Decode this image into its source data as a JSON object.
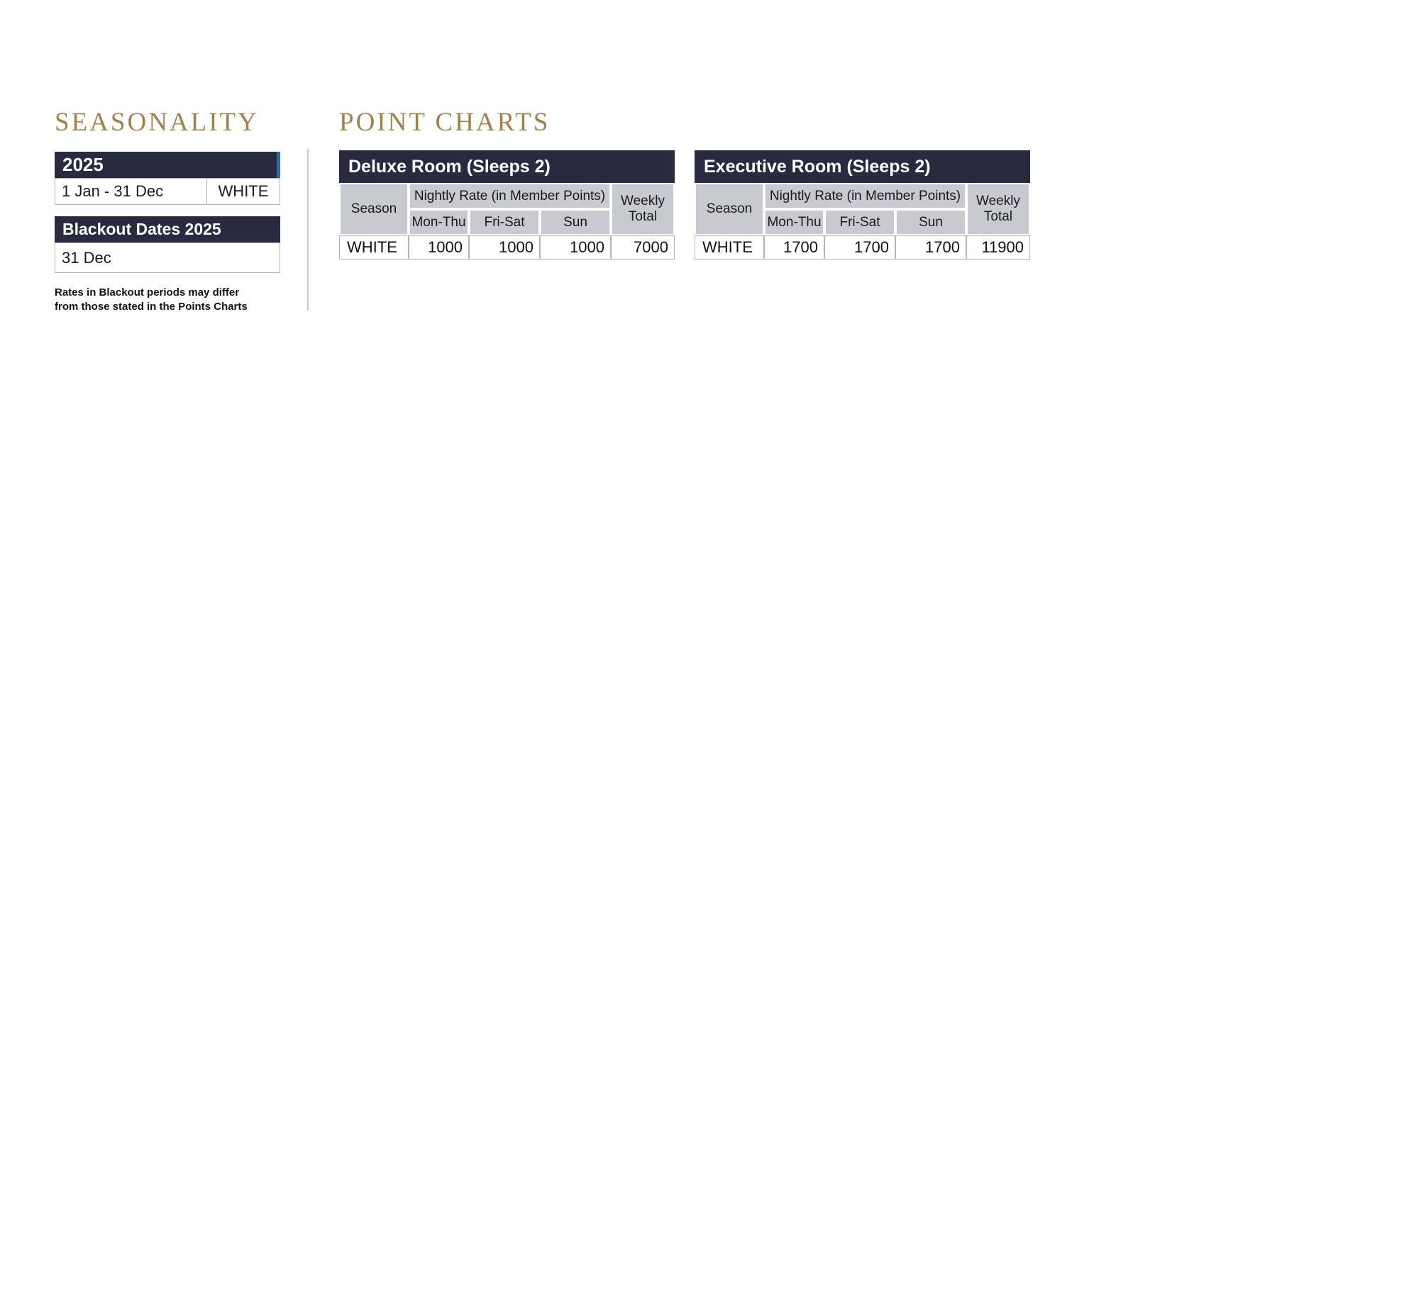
{
  "page": {
    "seasonality_title": "SEASONALITY",
    "points_title": "POINT CHARTS"
  },
  "colors": {
    "heading_gold": "#A3814A",
    "header_navy": "#29293F",
    "subheader_grey": "#C9C9D2",
    "accent_blue": "#2E6DA4"
  },
  "seasonality": {
    "year_header": "2025",
    "period": {
      "dates": "1 Jan - 31 Dec",
      "season": "WHITE"
    },
    "blackout_header": "Blackout Dates 2025",
    "blackout_date": "31 Dec",
    "footnote_line1": "Rates in Blackout periods may differ",
    "footnote_line2": "from those stated in the Points Charts"
  },
  "point_charts": {
    "tables": [
      {
        "title": "Deluxe Room (Sleeps 2)",
        "season_label": "Season",
        "nightly_label": "Nightly Rate (in Member Points)",
        "weekly_label": "Weekly Total",
        "day_headers": [
          "Mon-Thu",
          "Fri-Sat",
          "Sun"
        ],
        "row": {
          "season": "WHITE",
          "values": [
            "1000",
            "1000",
            "1000"
          ],
          "weekly": "7000"
        }
      },
      {
        "title": "Executive Room (Sleeps 2)",
        "season_label": "Season",
        "nightly_label": "Nightly Rate (in Member Points)",
        "weekly_label": "Weekly Total",
        "day_headers": [
          "Mon-Thu",
          "Fri-Sat",
          "Sun"
        ],
        "row": {
          "season": "WHITE",
          "values": [
            "1700",
            "1700",
            "1700"
          ],
          "weekly": "11900"
        }
      }
    ]
  }
}
